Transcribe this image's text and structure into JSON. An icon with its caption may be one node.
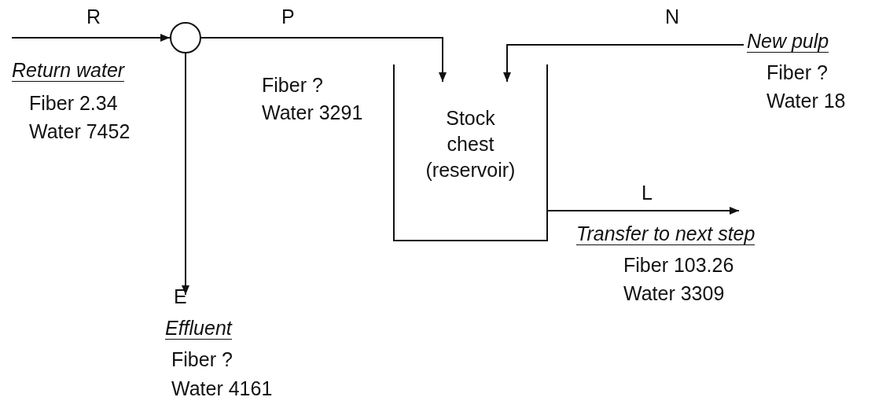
{
  "diagram": {
    "nodes": [
      {
        "text": [],
        "shape": "circle"
      },
      {
        "text": [
          "Stock chest (reservoir)"
        ]
      },
      {
        "text": [
          "New pulp",
          "Fiber ?",
          "Water 18"
        ]
      },
      {
        "text": [
          "Transfer to next step",
          "Fiber 103.26",
          "Water 3309"
        ]
      }
    ],
    "edges": [
      {
        "from": null,
        "to": 0,
        "arrow": "to",
        "label": "R"
      },
      {
        "from": 0,
        "to": 1,
        "arrow": "to",
        "label": "P"
      },
      {
        "from": 2,
        "to": 1,
        "arrow": "to",
        "label": "N"
      },
      {
        "from": 0,
        "to": null,
        "arrow": "to",
        "label": "E"
      },
      {
        "from": 1,
        "to": 3,
        "arrow": "to",
        "label": "L"
      }
    ],
    "labels": [
      "Return water",
      "Fiber 2.34",
      "Water 7452",
      "Fiber ?",
      "Water 3291",
      "Effluent",
      "Fiber ?",
      "Water 4161"
    ]
  }
}
